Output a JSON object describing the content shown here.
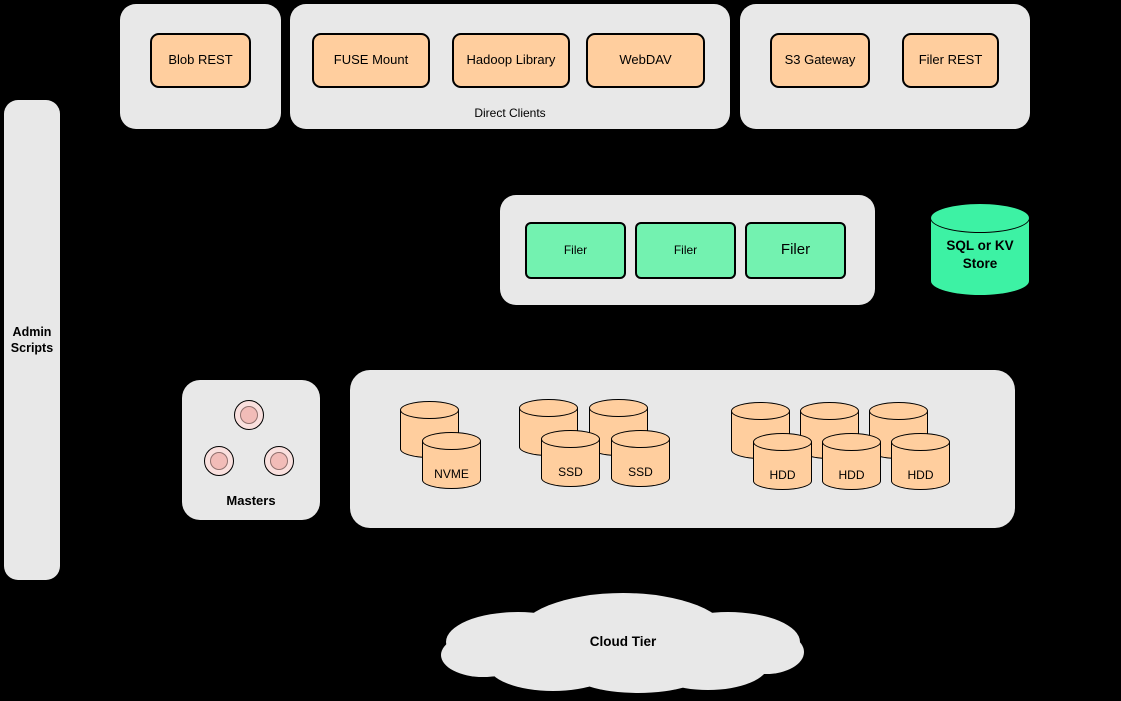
{
  "colors": {
    "background": "#000000",
    "panel": "#E8E8E8",
    "client_node": "#FFCE9E",
    "filer_node": "#73F2B0",
    "store_cylinder": "#3DF2A4",
    "disk_cylinder": "#FFCE9E",
    "master_node_outer": "#FAE0DE",
    "master_node_inner": "#F2BCB8"
  },
  "client_groups": {
    "blob": {
      "buttons": [
        {
          "label": "Blob REST"
        }
      ]
    },
    "direct": {
      "caption": "Direct Clients",
      "buttons": [
        {
          "label": "FUSE Mount"
        },
        {
          "label": "Hadoop Library"
        },
        {
          "label": "WebDAV"
        }
      ]
    },
    "gateways": {
      "buttons": [
        {
          "label": "S3 Gateway"
        },
        {
          "label": "Filer REST"
        }
      ]
    }
  },
  "admin_scripts": {
    "label": "Admin Scripts"
  },
  "filers": {
    "items": [
      {
        "label": "Filer"
      },
      {
        "label": "Filer"
      },
      {
        "label": "Filer"
      }
    ]
  },
  "metadata_store": {
    "label": "SQL or KV Store"
  },
  "masters": {
    "label": "Masters"
  },
  "volume_servers": {
    "disk_groups": [
      {
        "label": "NVME"
      },
      {
        "label": "SSD"
      },
      {
        "label": "SSD"
      },
      {
        "label": "HDD"
      },
      {
        "label": "HDD"
      },
      {
        "label": "HDD"
      }
    ]
  },
  "cloud_tier": {
    "label": "Cloud Tier"
  }
}
